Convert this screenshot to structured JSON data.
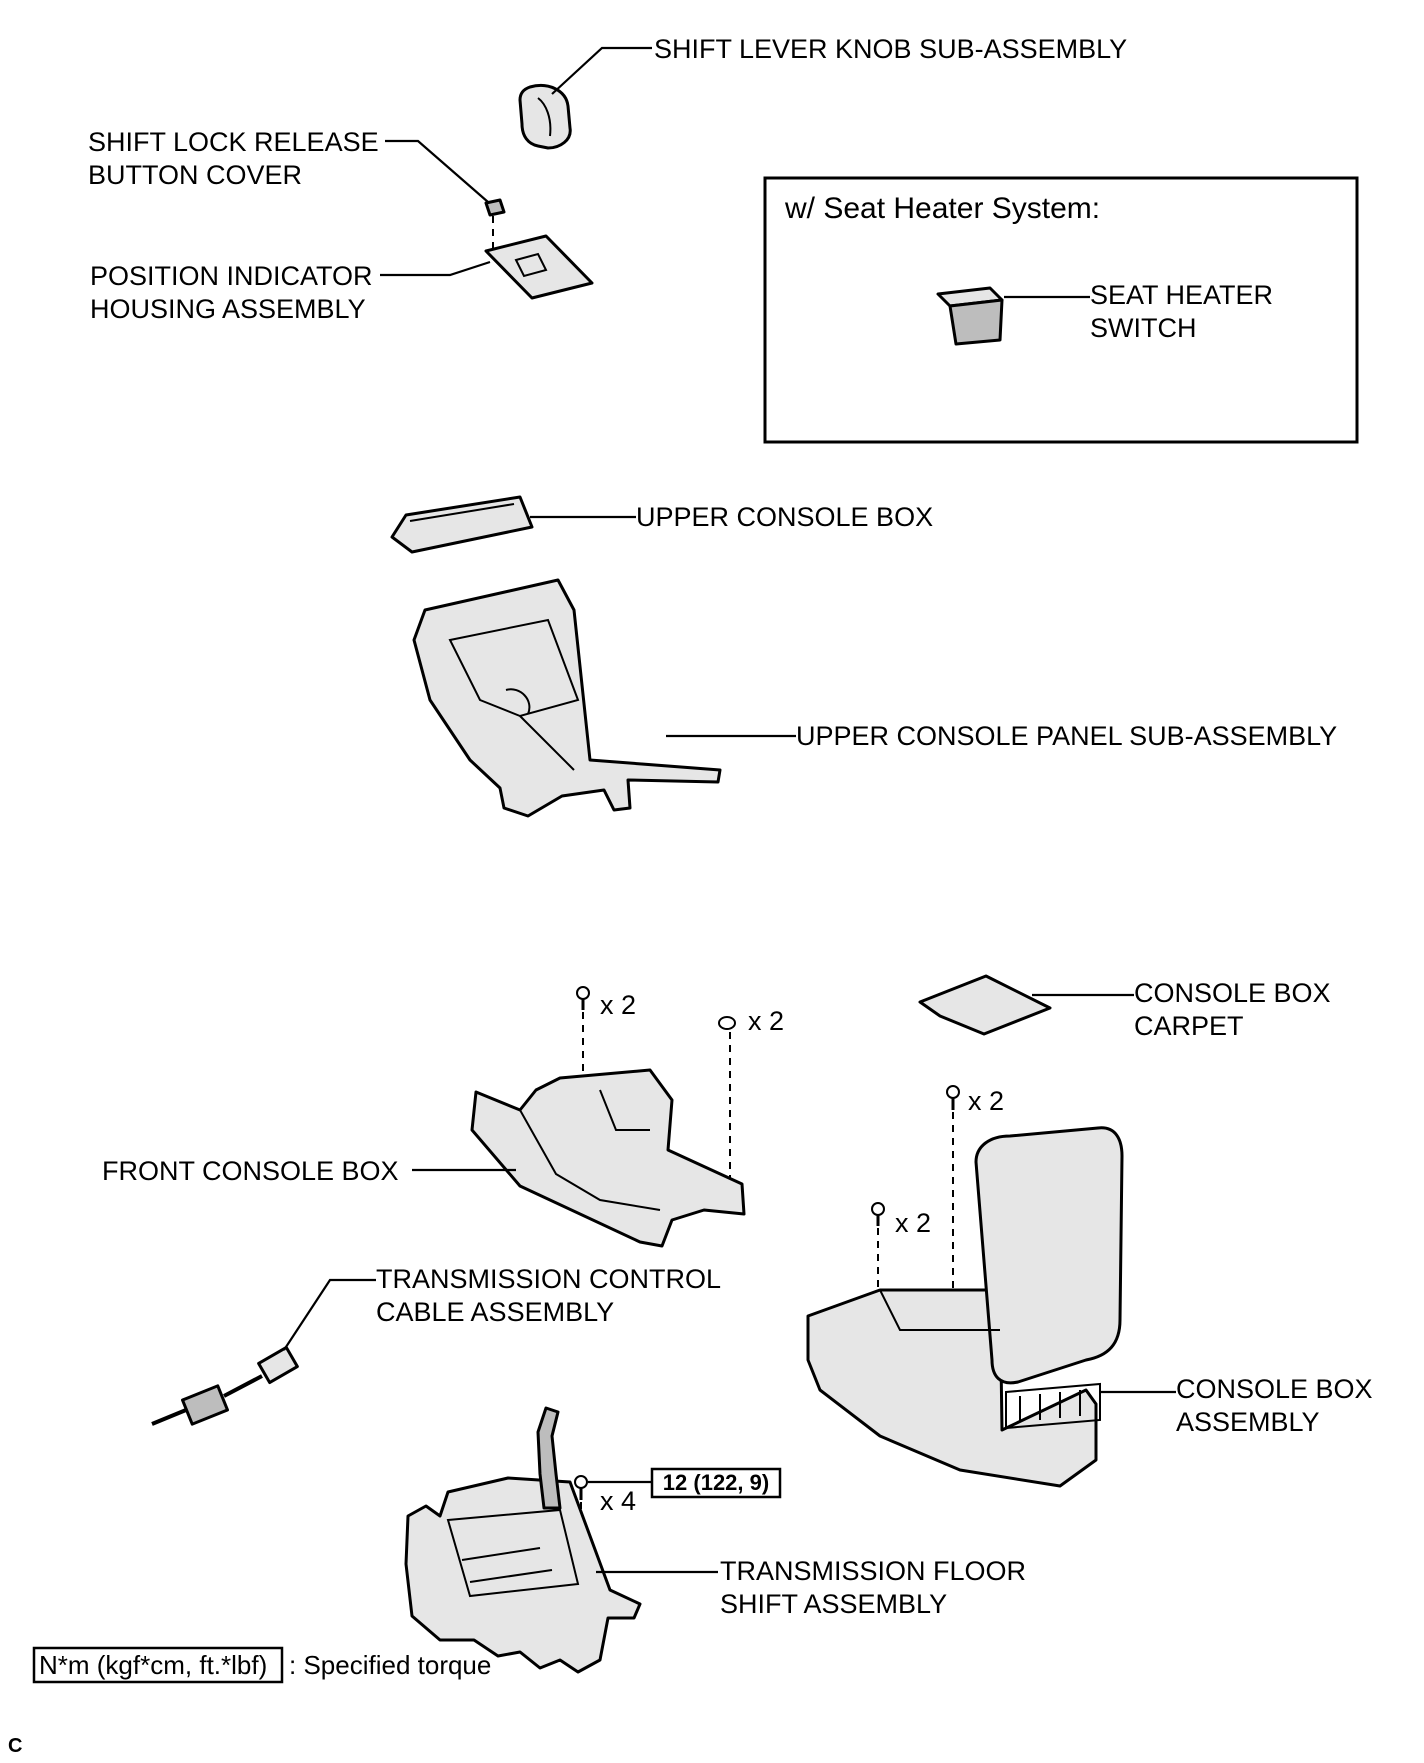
{
  "labels": {
    "shift_lever_knob": "SHIFT LEVER KNOB SUB-ASSEMBLY",
    "shift_lock_cover_l1": "SHIFT LOCK RELEASE",
    "shift_lock_cover_l2": "BUTTON COVER",
    "position_indicator_l1": "POSITION INDICATOR",
    "position_indicator_l2": "HOUSING ASSEMBLY",
    "seat_heater_switch_l1": "SEAT HEATER",
    "seat_heater_switch_l2": "SWITCH",
    "upper_console_box": "UPPER CONSOLE BOX",
    "upper_console_panel": "UPPER CONSOLE PANEL SUB-ASSEMBLY",
    "console_box_carpet_l1": "CONSOLE BOX",
    "console_box_carpet_l2": "CARPET",
    "front_console_box": "FRONT CONSOLE BOX",
    "trans_control_cable_l1": "TRANSMISSION CONTROL",
    "trans_control_cable_l2": "CABLE ASSEMBLY",
    "console_box_assembly_l1": "CONSOLE BOX",
    "console_box_assembly_l2": "ASSEMBLY",
    "trans_floor_shift_l1": "TRANSMISSION FLOOR",
    "trans_floor_shift_l2": "SHIFT ASSEMBLY"
  },
  "option_box": {
    "title": "w/ Seat Heater System:"
  },
  "fastener_counts": {
    "front_bolts": "x 2",
    "front_clips": "x 2",
    "rear_bolts_top": "x 2",
    "rear_bolts_side": "x 2",
    "shift_bolts": "x 4"
  },
  "torque_spec": "12 (122, 9)",
  "legend": {
    "unit_box": "N*m (kgf*cm, ft.*lbf)",
    "description": ": Specified torque"
  },
  "footer_code": "C"
}
